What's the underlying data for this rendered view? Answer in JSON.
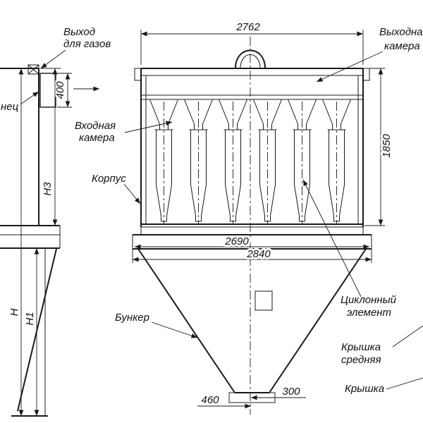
{
  "labels": {
    "gas_outlet_line1": "Выход",
    "gas_outlet_line2": "для газов",
    "flange_partial": "нец",
    "inlet_chamber_line1": "Входная",
    "inlet_chamber_line2": "камера",
    "outlet_chamber_line1": "Выходная",
    "outlet_chamber_line2": "камера",
    "housing": "Корпус",
    "bunker": "Бункер",
    "cyclone_element_line1": "Циклонный",
    "cyclone_element_line2": "элемент",
    "middle_cover_line1": "Крышка",
    "middle_cover_line2": "средняя",
    "cover": "Крышка"
  },
  "dimensions": {
    "top_width": "2762",
    "body_height": "1850",
    "flange_width": "2690",
    "base_width": "2840",
    "outlet_width": "460",
    "outlet_offset": "300",
    "gas_outlet_height": "400",
    "total_height": "Н",
    "hopper_height": "Н1",
    "body_height_side": "Н3"
  },
  "colors": {
    "line": "#1a1a1a",
    "background": "#ffffff"
  }
}
